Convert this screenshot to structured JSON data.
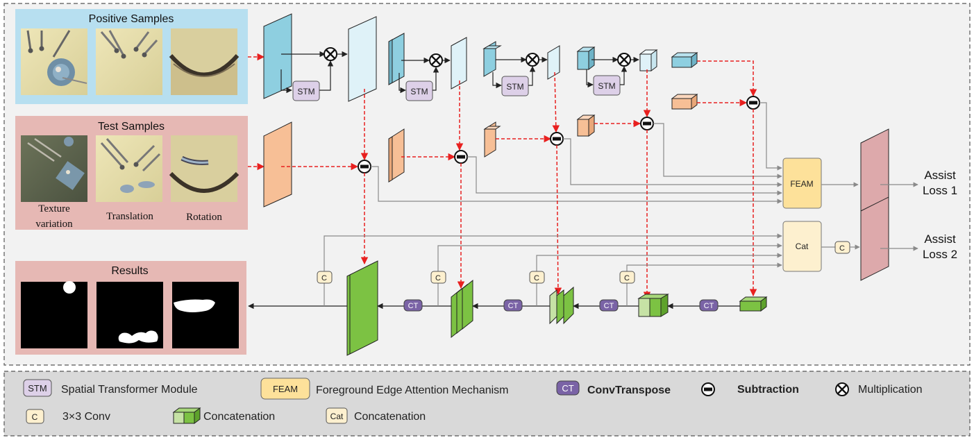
{
  "panels": {
    "positive_title": "Positive Samples",
    "test_title": "Test Samples",
    "results_title": "Results",
    "test_captions": [
      "Texture",
      "variation",
      "Translation",
      "Rotation"
    ]
  },
  "blocks": {
    "stm": "STM",
    "feam": "FEAM",
    "cat": "Cat",
    "ct": "CT",
    "c": "C"
  },
  "outputs": {
    "assist_loss_1": [
      "Assist",
      "Loss 1"
    ],
    "assist_loss_2": [
      "Assist",
      "Loss 2"
    ]
  },
  "legend": {
    "stm_badge": "STM",
    "stm_text": "Spatial Transformer Module",
    "feam_badge": "FEAM",
    "feam_text": "Foreground Edge Attention Mechanism",
    "ct_badge": "CT",
    "ct_text": "ConvTranspose",
    "sub_text": "Subtraction",
    "mul_text": "Multiplication",
    "c_badge": "C",
    "c_text": "3×3 Conv",
    "concat_text": "Concatenation",
    "cat_badge": "Cat",
    "cat_text": "Concatenation"
  },
  "colors": {
    "positive_bg": "#b7dff0",
    "test_bg": "#e6b8b4",
    "results_bg": "#e6b8b4",
    "blue_feature": "#8ecfe0",
    "light_blue_feature": "#dff2f8",
    "orange_feature": "#f7bf96",
    "green_feature": "#7cc243",
    "pink_feature": "#dda9ab",
    "stm_fill": "#ddd0e8",
    "ct_fill": "#7a63a6",
    "feam_fill": "#fde19a",
    "cat_fill": "#fdf0cf",
    "arrow_red": "#e8201f",
    "arrow_gray": "#8a8a8a"
  }
}
